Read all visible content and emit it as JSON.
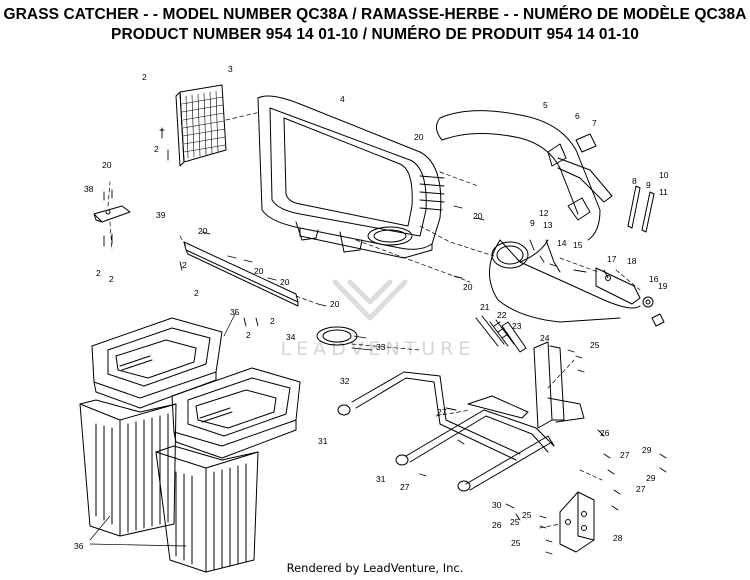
{
  "header": {
    "line1": "GRASS CATCHER - - MODEL NUMBER QC38A / RAMASSE-HERBE - - NUMÉRO DE MODÈLE QC38A",
    "line2": "PRODUCT NUMBER 954 14 01-10 / NUMÉRO DE PRODUIT 954 14 01-10"
  },
  "watermark": "LEADVENTURE",
  "footer": "Rendered by LeadVenture, Inc.",
  "callouts": [
    "2",
    "3",
    "2",
    "4",
    "20",
    "5",
    "6",
    "7",
    "20",
    "38",
    "2",
    "2",
    "39",
    "20",
    "20",
    "2",
    "2",
    "20",
    "8",
    "9",
    "10",
    "11",
    "9",
    "12",
    "13",
    "14",
    "15",
    "17",
    "18",
    "16",
    "19",
    "20",
    "20",
    "35",
    "2",
    "34",
    "33",
    "21",
    "22",
    "23",
    "24",
    "25",
    "32",
    "27",
    "31",
    "26",
    "31",
    "27",
    "27",
    "30",
    "26",
    "25",
    "25",
    "28",
    "29",
    "29",
    "27",
    "36",
    "2",
    "20",
    "25"
  ]
}
